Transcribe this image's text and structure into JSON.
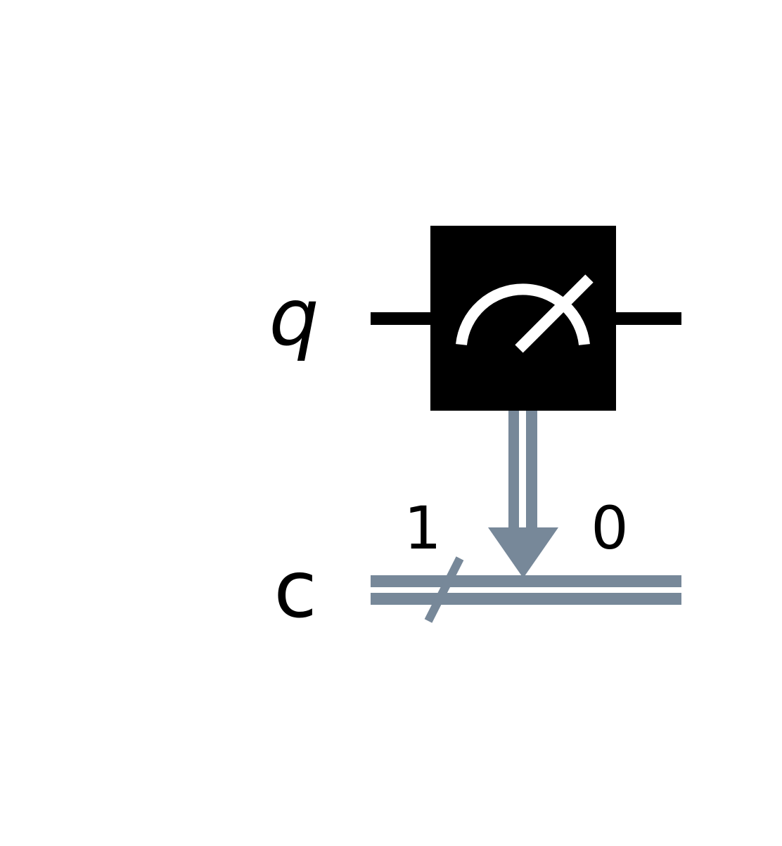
{
  "circuit": {
    "quantum_register": {
      "label": "q"
    },
    "classical_register": {
      "label": "c",
      "bit_count_label": "1",
      "target_bit_label": "0"
    },
    "gate": {
      "type": "measure",
      "icon": "meter-icon"
    },
    "colors": {
      "quantum_wire": "#000000",
      "classical_wire": "#778899",
      "gate_fill": "#000000",
      "gate_icon": "#ffffff"
    }
  }
}
